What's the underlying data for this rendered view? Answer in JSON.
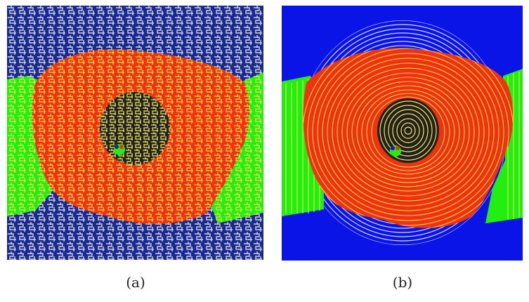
{
  "figure": {
    "panels": [
      {
        "id": "a",
        "caption": "(a)",
        "curve_style": "hilbert-like space-filling path",
        "colors": {
          "background": "#1a2a8a",
          "outer_path": "#c8c8e6",
          "red_region": "#ee3311",
          "green_region": "#22ee11",
          "dark_core": "#222218",
          "core_path": "#e8e070"
        }
      },
      {
        "id": "b",
        "caption": "(b)",
        "curve_style": "concentric spiral path",
        "colors": {
          "background": "#0a14e6",
          "outer_path": "#c8c8e6",
          "red_region": "#ee3311",
          "green_region": "#22ee11",
          "dark_core": "#222218",
          "core_path": "#e8e070"
        }
      }
    ]
  }
}
